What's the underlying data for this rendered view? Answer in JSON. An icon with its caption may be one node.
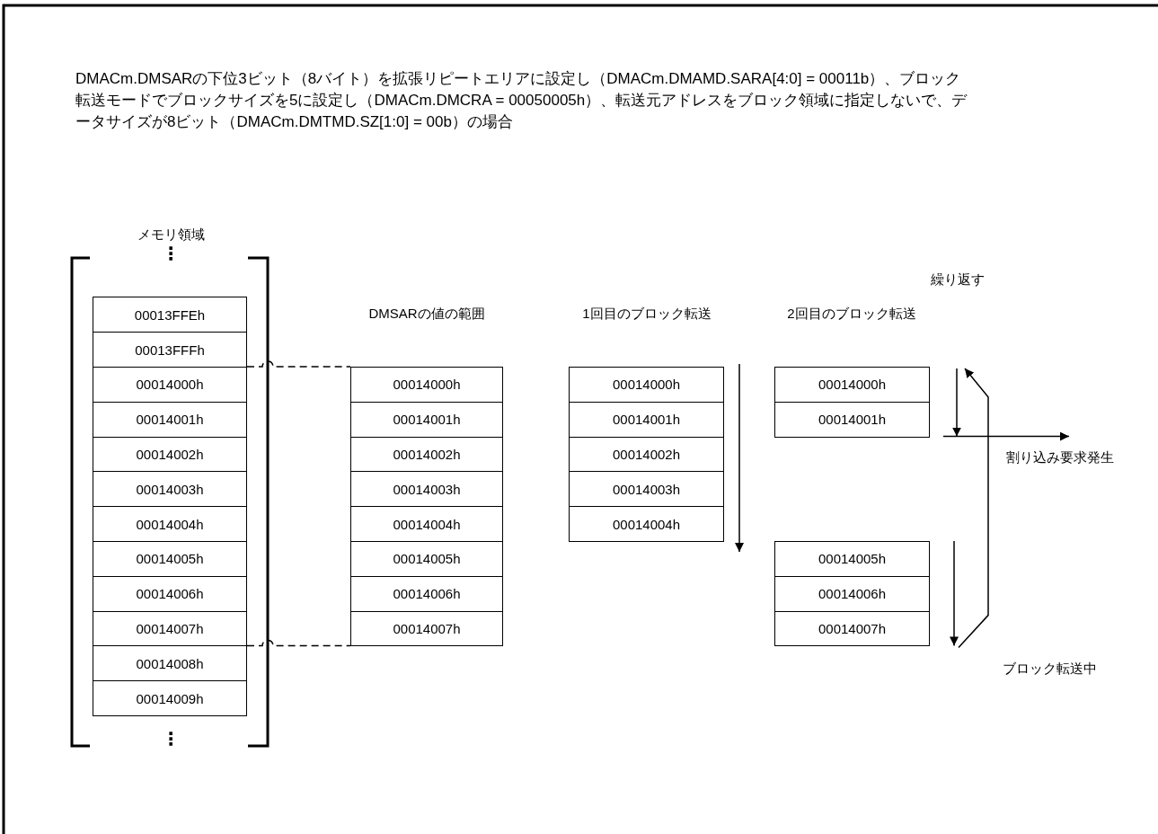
{
  "diagram": {
    "title": "DMACm.DMSARの下位3ビット（8バイト）を拡張リピートエリアに設定し（DMACm.DMAMD.SARA[4:0] = 00011b）、ブロック転送モードでブロックサイズを5に設定し（DMACm.DMCRA = 00050005h）、転送元アドレスをブロック領域に指定しないで、データサイズが8ビット（DMACm.DMTMD.SZ[1:0] = 00b）の場合",
    "nodes": [
      {
        "text": [
          "00013FFEh"
        ]
      },
      {
        "text": [
          "00013FFFh"
        ]
      },
      {
        "text": [
          "00014000h"
        ]
      },
      {
        "text": [
          "00014001h"
        ]
      },
      {
        "text": [
          "00014002h"
        ]
      },
      {
        "text": [
          "00014003h"
        ]
      },
      {
        "text": [
          "00014004h"
        ]
      },
      {
        "text": [
          "00014005h"
        ]
      },
      {
        "text": [
          "00014006h"
        ]
      },
      {
        "text": [
          "00014007h"
        ]
      },
      {
        "text": [
          "00014008h"
        ]
      },
      {
        "text": [
          "00014009h"
        ]
      },
      {
        "text": [
          "00014000h"
        ]
      },
      {
        "text": [
          "00014001h"
        ]
      },
      {
        "text": [
          "00014002h"
        ]
      },
      {
        "text": [
          "00014003h"
        ]
      },
      {
        "text": [
          "00014004h"
        ]
      },
      {
        "text": [
          "00014005h"
        ]
      },
      {
        "text": [
          "00014006h"
        ]
      },
      {
        "text": [
          "00014007h"
        ]
      },
      {
        "text": [
          "00014000h"
        ]
      },
      {
        "text": [
          "00014001h"
        ]
      },
      {
        "text": [
          "00014002h"
        ]
      },
      {
        "text": [
          "00014003h"
        ]
      },
      {
        "text": [
          "00014004h"
        ]
      },
      {
        "text": [
          "00014000h"
        ]
      },
      {
        "text": [
          "00014001h"
        ]
      },
      {
        "text": [
          "00014005h"
        ]
      },
      {
        "text": [
          "00014006h"
        ]
      },
      {
        "text": [
          "00014007h"
        ]
      }
    ],
    "edges": [
      {
        "from": 2,
        "to": 12,
        "arrow": "none",
        "style": "dashed"
      },
      {
        "from": 9,
        "to": 19,
        "arrow": "none",
        "style": "dashed"
      }
    ],
    "labels": [
      "メモリ領域",
      "⋮",
      "DMSARの値の範囲",
      "1回目のブロック転送",
      "2回目のブロック転送",
      "繰り返す",
      "割り込み要求発生",
      "ブロック転送中",
      "⋮"
    ]
  }
}
